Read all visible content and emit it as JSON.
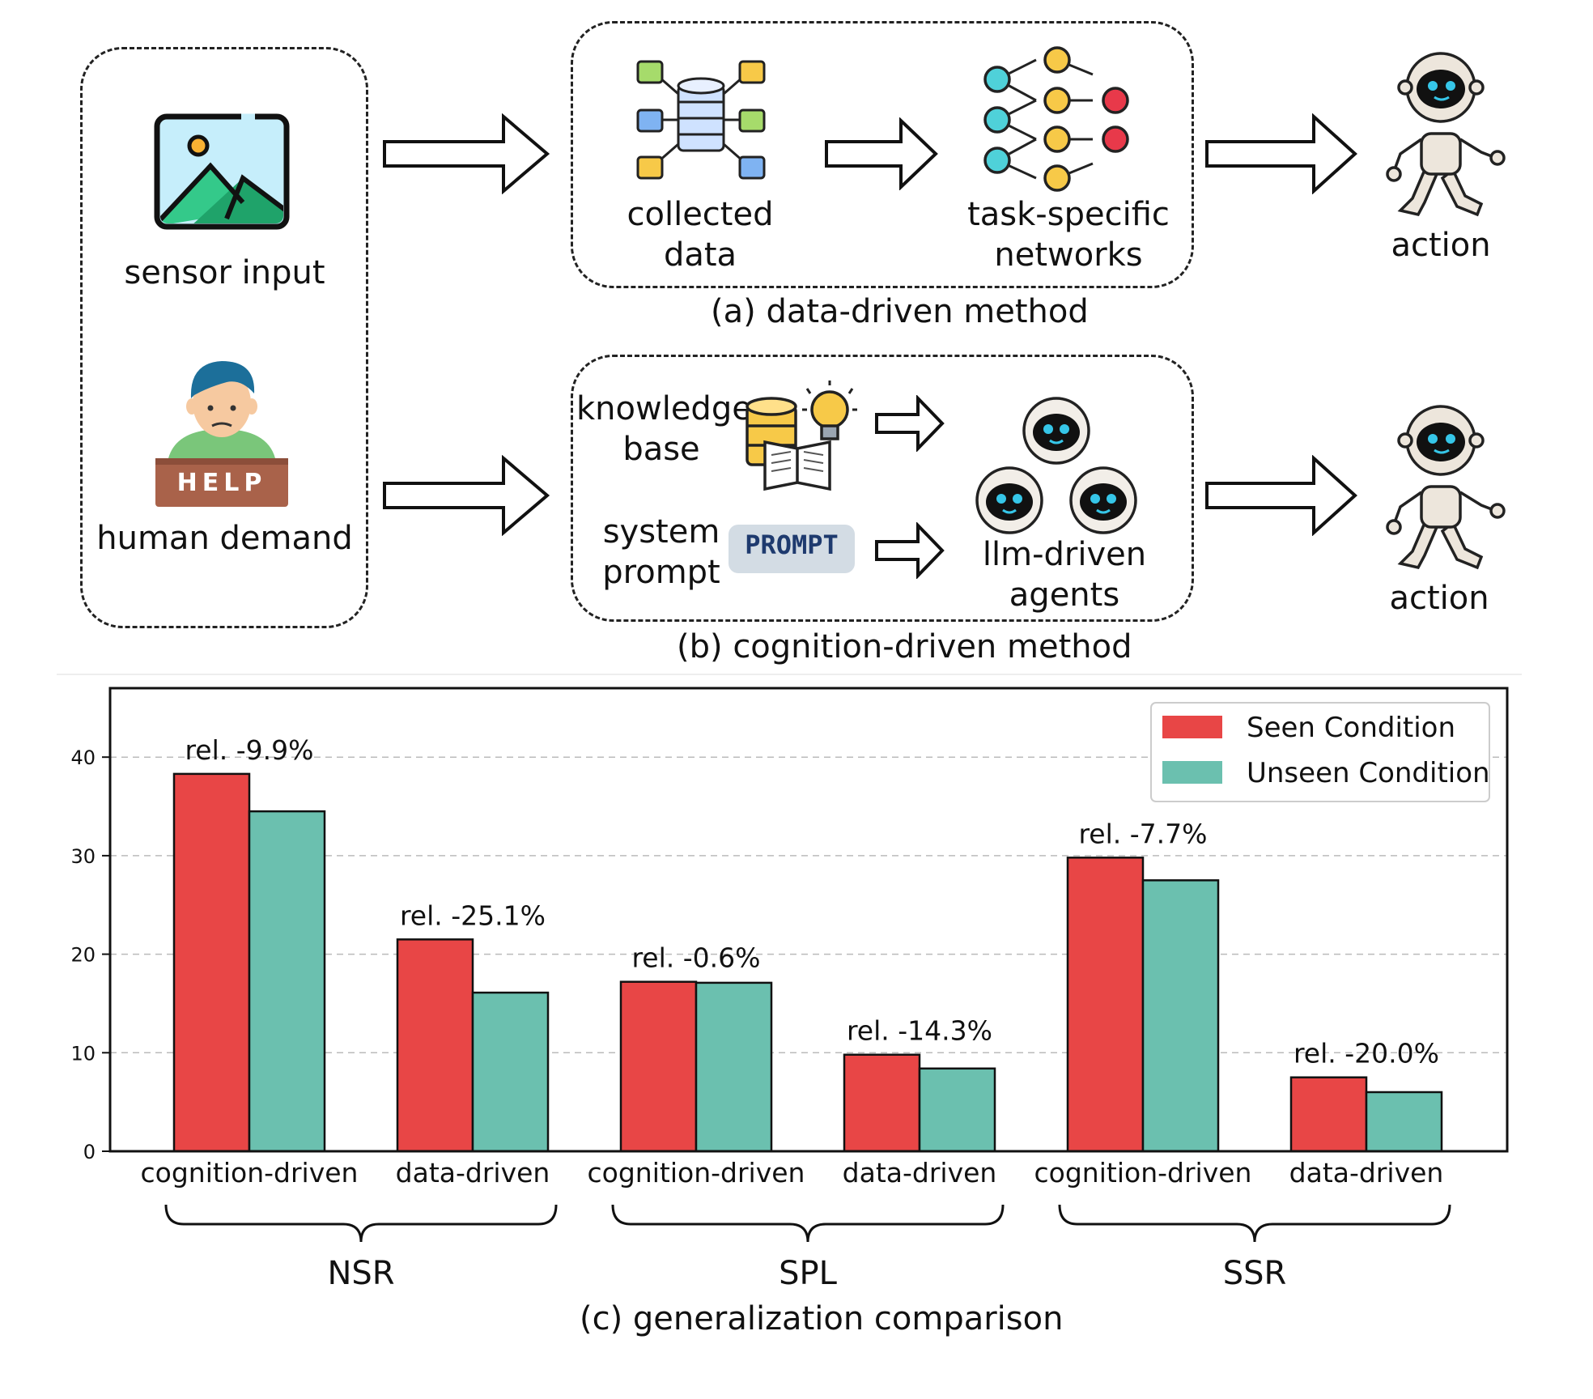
{
  "top": {
    "input_box": {
      "sensor_label": "sensor input",
      "human_label": "human demand",
      "help_sign": "HELP"
    },
    "data_driven": {
      "collected_label": "collected\ndata",
      "networks_label": "task-specific\nnetworks",
      "caption": "(a) data-driven method"
    },
    "cognition_driven": {
      "knowledge_label": "knowledge\nbase",
      "prompt_label": "system\nprompt",
      "prompt_chip": "PROMPT",
      "agents_label": "llm-driven\nagents",
      "caption": "(b) cognition-driven method"
    },
    "action_labels": [
      "action",
      "action"
    ]
  },
  "chart_data": {
    "type": "bar",
    "categories": [
      "cognition-driven",
      "data-driven",
      "cognition-driven",
      "data-driven",
      "cognition-driven",
      "data-driven"
    ],
    "groups": [
      {
        "name": "NSR",
        "categories": [
          0,
          1
        ]
      },
      {
        "name": "SPL",
        "categories": [
          2,
          3
        ]
      },
      {
        "name": "SSR",
        "categories": [
          4,
          5
        ]
      }
    ],
    "series": [
      {
        "name": "Seen Condition",
        "color": "#E84646",
        "values": [
          38.3,
          21.5,
          17.2,
          9.8,
          29.8,
          7.5
        ]
      },
      {
        "name": "Unseen Condition",
        "color": "#6BC0AF",
        "values": [
          34.5,
          16.1,
          17.1,
          8.4,
          27.5,
          6.0
        ]
      }
    ],
    "annotations": [
      "rel. -9.9%",
      "rel. -25.1%",
      "rel. -0.6%",
      "rel. -14.3%",
      "rel. -7.7%",
      "rel. -20.0%"
    ],
    "yticks": [
      0,
      10,
      20,
      30,
      40
    ],
    "ylim": [
      0,
      47
    ],
    "grid": true,
    "legend": "top-right",
    "caption": "(c) generalization comparison"
  }
}
